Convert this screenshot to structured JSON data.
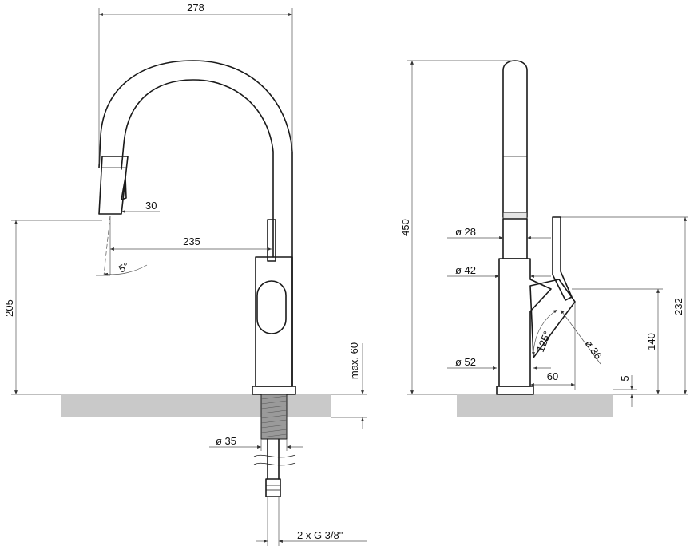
{
  "front_view": {
    "dimensions": {
      "overall_width": "278",
      "spout_height": "205",
      "spray_head_diameter": "30",
      "spout_reach": "235",
      "spray_angle": "5°",
      "deck_thickness": "max. 60",
      "shank_diameter": "ø 35",
      "supply_hoses": "2 x G 3/8\""
    }
  },
  "side_view": {
    "dimensions": {
      "overall_height": "450",
      "neck_diameter": "ø 28",
      "body_upper_diameter": "ø 42",
      "base_diameter": "ø 52",
      "lever_height": "232",
      "lever_pivot_height": "140",
      "lever_offset": "60",
      "base_ring_height": "5",
      "lever_angle": "125°",
      "lever_diameter": "ø 36"
    }
  },
  "colors": {
    "line": "#1a1a1a",
    "countertop": "#c9c9c9",
    "dimension": "#555555"
  }
}
